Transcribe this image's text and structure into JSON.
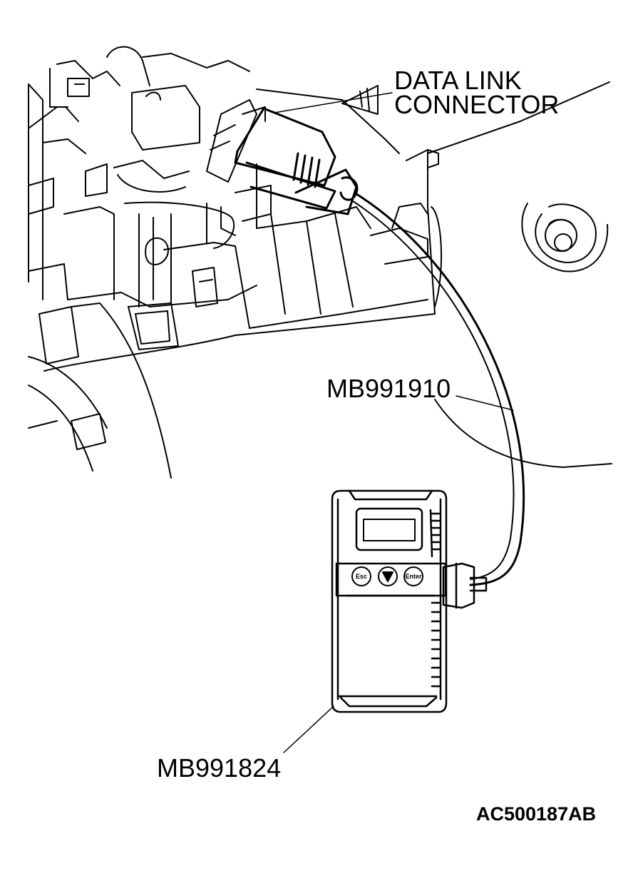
{
  "labels": {
    "connector_line1": "DATA LINK",
    "connector_line2": "CONNECTOR",
    "cable": "MB991910",
    "tool": "MB991824",
    "figure_code": "AC500187AB"
  },
  "tool_keys": {
    "esc": "Esc",
    "enter": "Enter"
  },
  "colors": {
    "ink": "#000000",
    "paper": "#ffffff"
  }
}
